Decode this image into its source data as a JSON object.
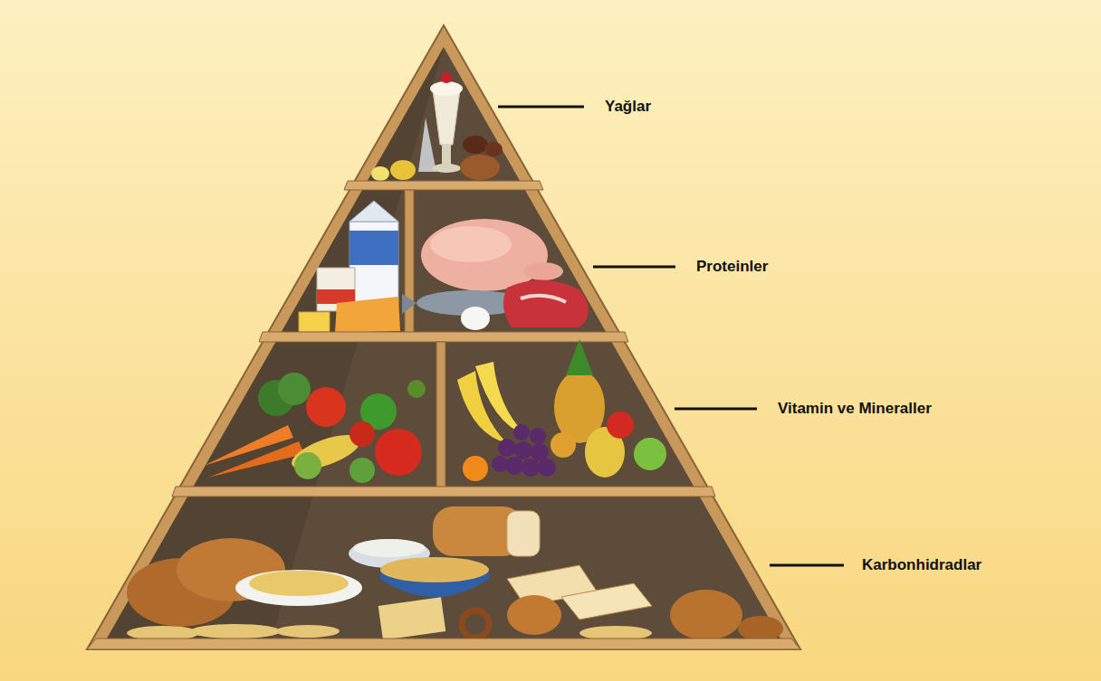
{
  "diagram": {
    "labels": [
      "Yağlar",
      "Proteinler",
      "Vitamin ve Mineraller",
      "Karbonhidradlar"
    ]
  }
}
